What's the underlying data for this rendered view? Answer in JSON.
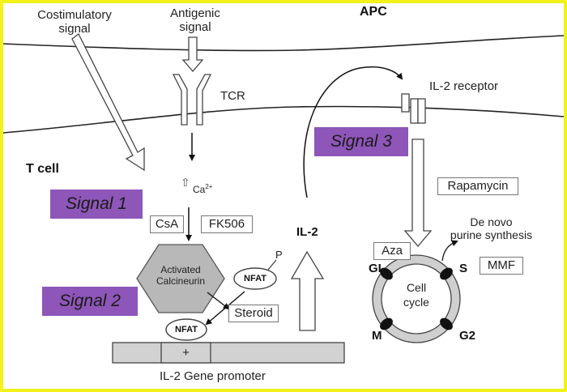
{
  "labels": {
    "costimulatory": "Costimulatory\nsignal",
    "antigenic": "Antigenic\nsignal",
    "apc": "APC",
    "tcr": "TCR",
    "il2_receptor": "IL-2 receptor",
    "t_cell": "T cell",
    "ca": "Ca",
    "ca_sup": "2+",
    "arrow_up_small": "⇧",
    "il2": "IL-2",
    "de_novo": "De novo\npurine synthesis",
    "calcineurin": "Activated\nCalcineurin",
    "nfat_p": "P",
    "nfat1": "NFAT",
    "nfat2": "NFAT",
    "promoter_plus": "+",
    "promoter_label": "IL-2 Gene promoter",
    "cell_cycle": "Cell\ncycle",
    "phase_g1": "GI",
    "phase_s": "S",
    "phase_m": "M",
    "phase_g2": "G2"
  },
  "signals": {
    "s1": "Signal 1",
    "s2": "Signal 2",
    "s3": "Signal 3"
  },
  "drugs": {
    "csa": "CsA",
    "fk506": "FK506",
    "steroid": "Steroid",
    "rapamycin": "Rapamycin",
    "aza": "Aza",
    "mmf": "MMF"
  },
  "colors": {
    "signal_box": "#8e56b8",
    "frame_border": "#f2f21a"
  }
}
